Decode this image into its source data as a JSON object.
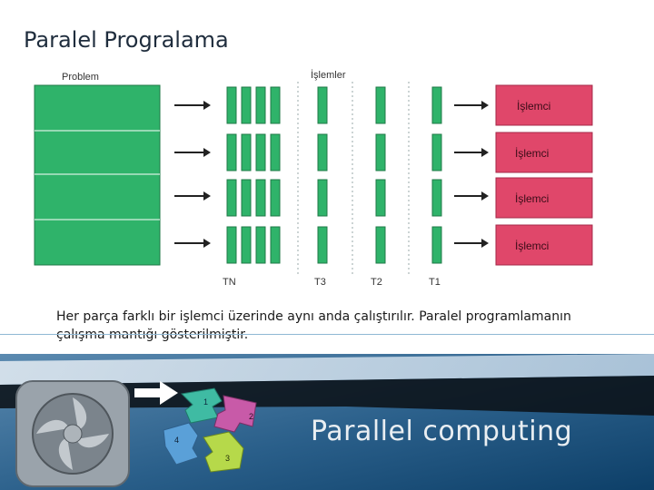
{
  "slide": {
    "title": "Paralel Progralama",
    "caption_line1": "Her parça farklı bir işlemci üzerinde aynı anda çalıştırılır. Paralel programlamanın",
    "caption_line2": "çalışma mantığı gösterilmiştir."
  },
  "figure": {
    "problem_label": "Problem",
    "instructions_label": "İşlemler",
    "processor_labels": [
      "İşlemci",
      "İşlemci",
      "İşlemci",
      "İşlemci"
    ],
    "column_labels": [
      "TN",
      "T3",
      "T2",
      "T1"
    ],
    "colors": {
      "green": "#2fb36a",
      "red": "#e0476a"
    }
  },
  "banner": {
    "heading": "Parallel computing",
    "piece_numbers": [
      "1",
      "2",
      "3",
      "4"
    ]
  }
}
